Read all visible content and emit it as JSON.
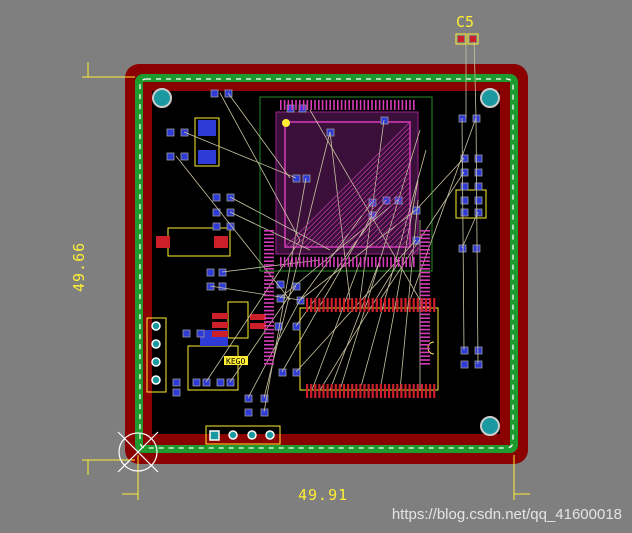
{
  "board": {
    "width_label": "49.91",
    "height_label": "49.66",
    "component_label": "C5",
    "silk_text": "KEGO"
  },
  "watermark": "https://blog.csdn.net/qq_41600018",
  "colors": {
    "background": "#7f7f7f",
    "keepout": "#8b0000",
    "board_fill": "#000000",
    "route_outline": "#1e9b2e",
    "smd_pad": "#cc1f2a",
    "silkscreen": "#ffee33",
    "via": "#2f3bd6",
    "ratsnest": "#c9c3a0",
    "mount_hole": "#1a9aa0"
  }
}
